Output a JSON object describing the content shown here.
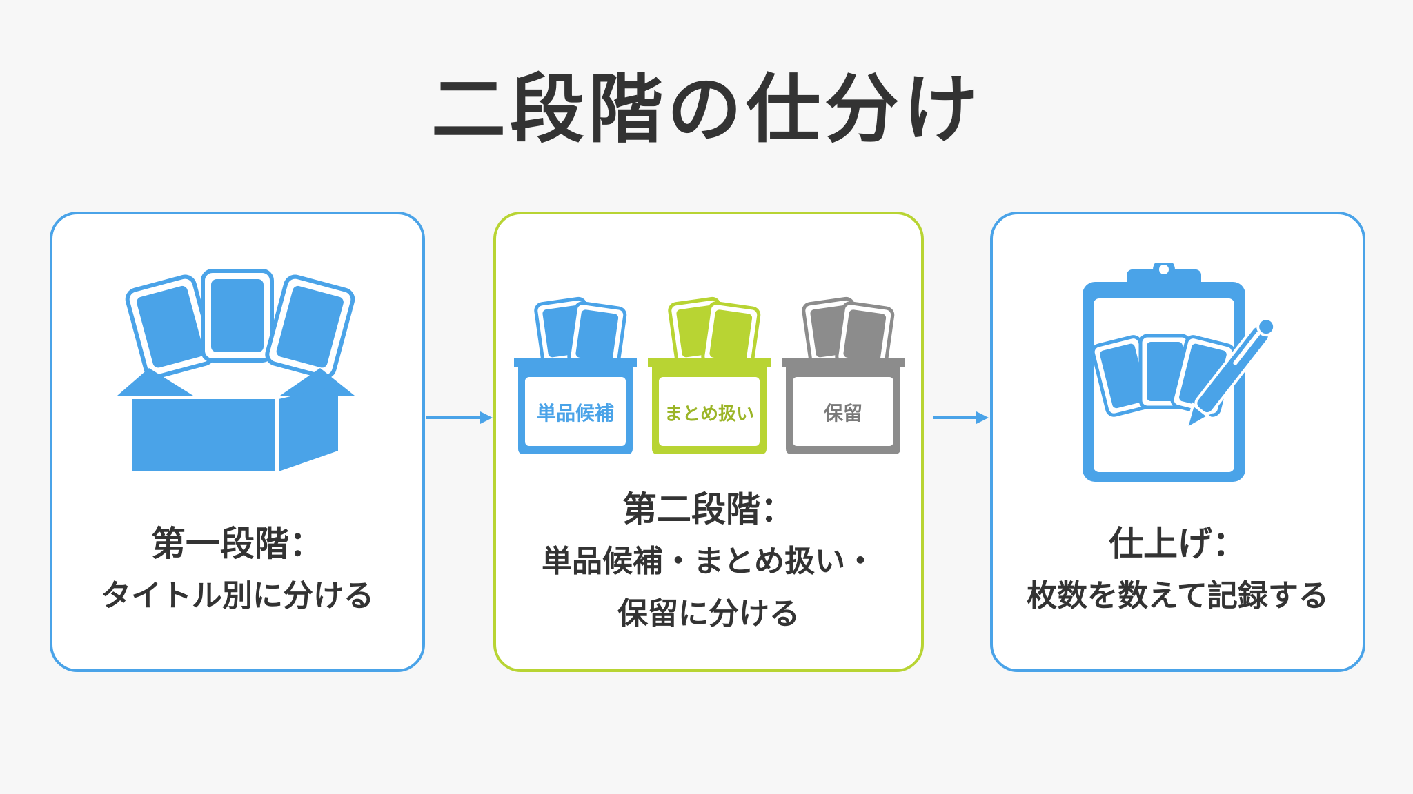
{
  "title": "二段階の仕分け",
  "colors": {
    "blue": "#4aa3e8",
    "green": "#b8d433",
    "gray": "#8c8c8c",
    "text": "#333333"
  },
  "steps": [
    {
      "icon": "open-box-with-cards-icon",
      "heading": "第一段階：",
      "text": "タイトル別に分ける"
    },
    {
      "icon": "three-sorting-bins-icon",
      "heading": "第二段階：",
      "text_lines": [
        "単品候補・まとめ扱い・",
        "保留に分ける"
      ],
      "bins": [
        {
          "label": "単品候補",
          "color": "#4aa3e8"
        },
        {
          "label": "まとめ扱い",
          "color": "#b8d433"
        },
        {
          "label": "保留",
          "color": "#8c8c8c"
        }
      ]
    },
    {
      "icon": "clipboard-with-cards-and-pen-icon",
      "heading": "仕上げ：",
      "text": "枚数を数えて記録する"
    }
  ]
}
